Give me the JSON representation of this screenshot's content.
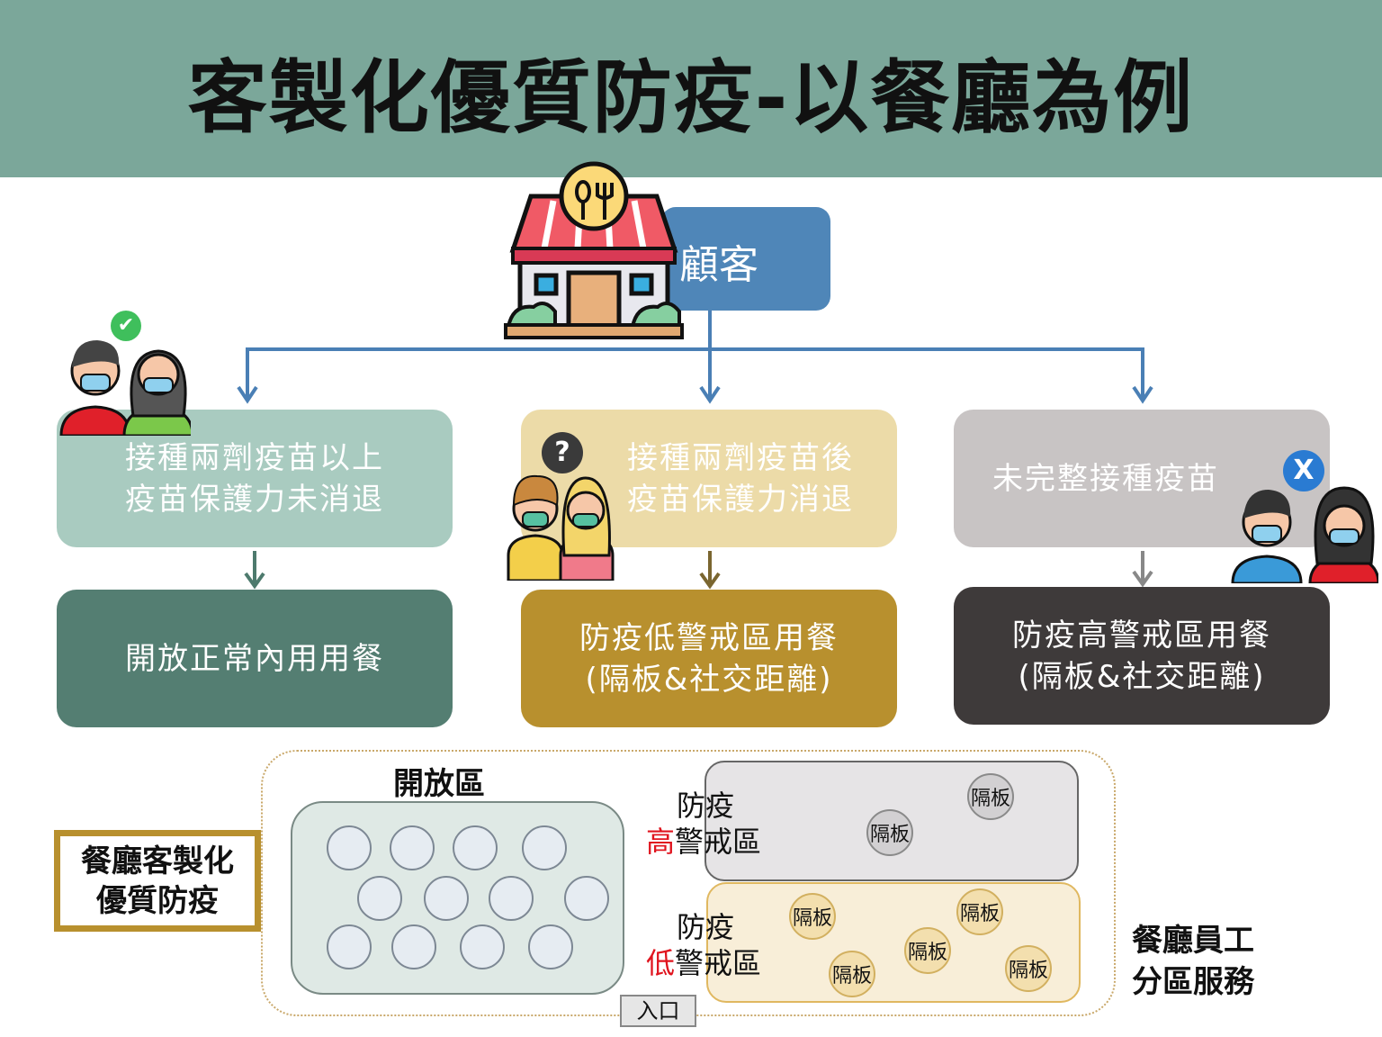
{
  "title": "客製化優質防疫-以餐廳為例",
  "customer_label": "顧客",
  "categories": [
    {
      "lines": [
        "接種兩劑疫苗以上",
        "疫苗保護力未消退"
      ],
      "badge": "✔",
      "result_lines": [
        "開放正常內用用餐"
      ]
    },
    {
      "lines": [
        "接種兩劑疫苗後",
        "疫苗保護力消退"
      ],
      "badge": "?",
      "result_lines": [
        "防疫低警戒區用餐",
        "(隔板&社交距離)"
      ]
    },
    {
      "lines": [
        "未完整接種疫苗"
      ],
      "badge": "X",
      "result_lines": [
        "防疫高警戒區用餐",
        "(隔板&社交距離)"
      ]
    }
  ],
  "floorplan": {
    "open_zone_label": "開放區",
    "high_zone": {
      "line1": "防疫",
      "prefix": "高",
      "suffix": "警戒區"
    },
    "low_zone": {
      "line1": "防疫",
      "prefix": "低",
      "suffix": "警戒區"
    },
    "partition_label": "隔板",
    "entrance_label": "入口"
  },
  "left_label": [
    "餐廳客製化",
    "優質防疫"
  ],
  "right_label": [
    "餐廳員工",
    "分區服務"
  ],
  "colors": {
    "header": "#7ba79a",
    "customer": "#4f86b8",
    "connector": "#4a7fb5"
  }
}
